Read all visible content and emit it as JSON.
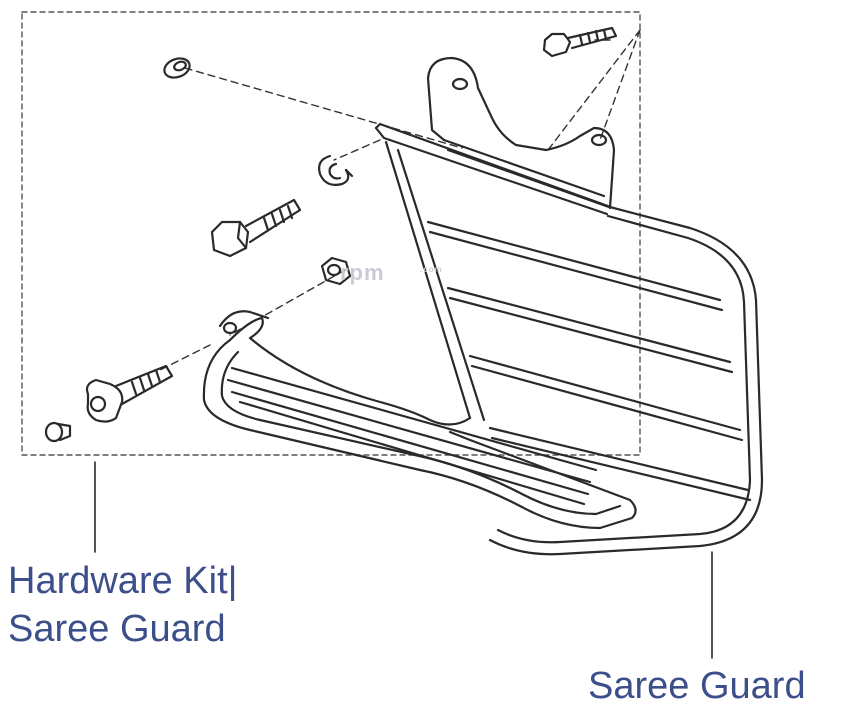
{
  "labels": {
    "hardware_kit_line1": "Hardware Kit|",
    "hardware_kit_line2": "Saree Guard",
    "saree_guard": "Saree Guard"
  },
  "watermark": {
    "main": "rpm",
    "suffix": ".com"
  },
  "colors": {
    "label_text": "#3d4f8a",
    "line_art": "#2a2a2a",
    "dashed_box": "#555555",
    "watermark": "#c9ccd3"
  },
  "parts": [
    {
      "name": "washer"
    },
    {
      "name": "flange-bolt"
    },
    {
      "name": "lock-washer"
    },
    {
      "name": "hex-bolt"
    },
    {
      "name": "hex-nut"
    },
    {
      "name": "socket-cap-bolt"
    },
    {
      "name": "rivet"
    },
    {
      "name": "saree-guard-frame"
    }
  ]
}
